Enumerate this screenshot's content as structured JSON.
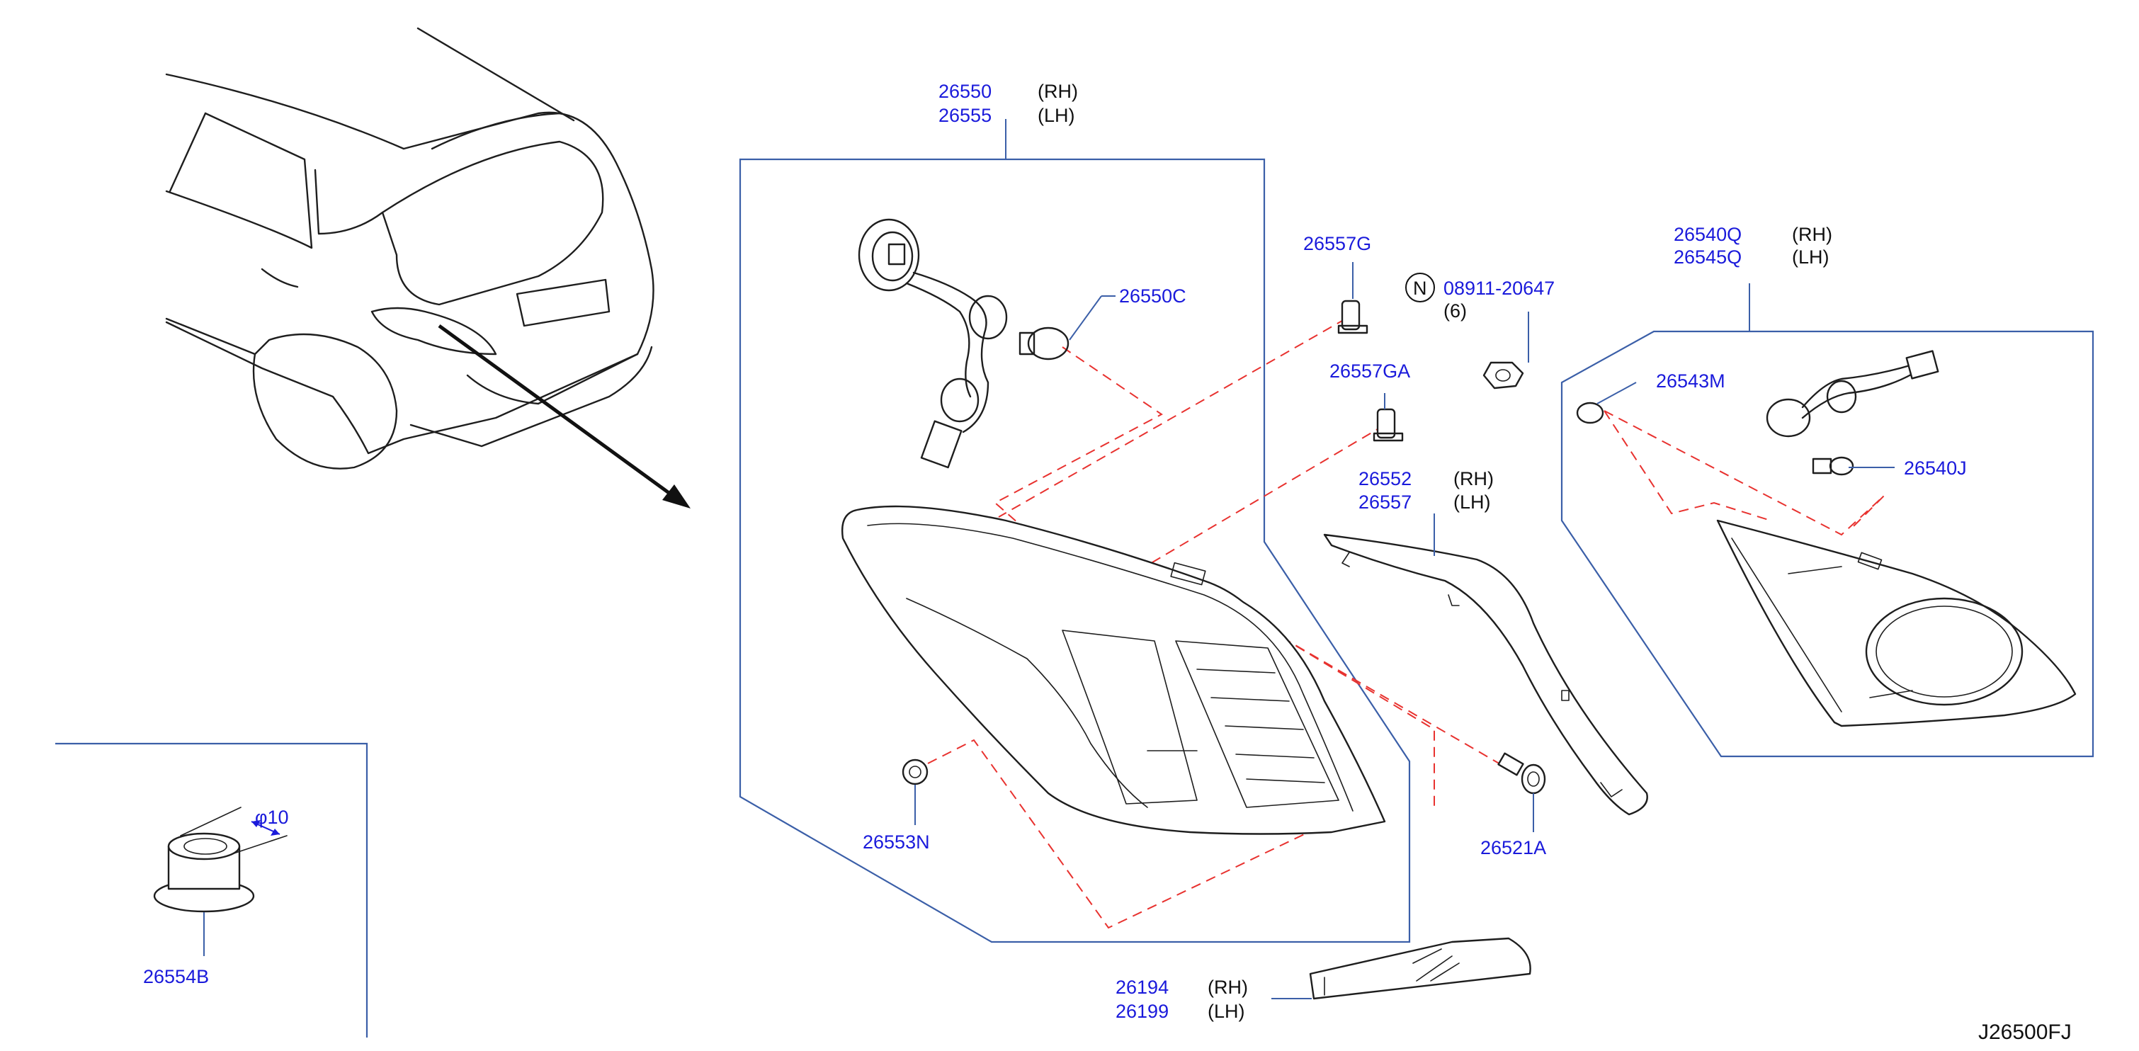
{
  "diagram_code": "J26500FJ",
  "callouts": {
    "c26550": {
      "numbers": [
        "26550",
        "26555"
      ],
      "sides": [
        "(RH)",
        "(LH)"
      ]
    },
    "c26550C": {
      "numbers": [
        "26550C"
      ]
    },
    "c26557G": {
      "numbers": [
        "26557G"
      ]
    },
    "c26557GA": {
      "numbers": [
        "26557GA"
      ]
    },
    "c08911": {
      "symbol": "N",
      "numbers": [
        "08911-20647"
      ],
      "qty": "(6)"
    },
    "c26552": {
      "numbers": [
        "26552",
        "26557"
      ],
      "sides": [
        "(RH)",
        "(LH)"
      ]
    },
    "c26540Q": {
      "numbers": [
        "26540Q",
        "26545Q"
      ],
      "sides": [
        "(RH)",
        "(LH)"
      ]
    },
    "c26543M": {
      "numbers": [
        "26543M"
      ]
    },
    "c26540J": {
      "numbers": [
        "26540J"
      ]
    },
    "c26553N": {
      "numbers": [
        "26553N"
      ]
    },
    "c26521A": {
      "numbers": [
        "26521A"
      ]
    },
    "c26194": {
      "numbers": [
        "26194",
        "26199"
      ],
      "sides": [
        "(RH)",
        "(LH)"
      ]
    },
    "c26554B": {
      "numbers": [
        "26554B"
      ],
      "dimension": "φ10"
    }
  },
  "colors": {
    "part_number": "#1a1adb",
    "frame": "#3b5fa8",
    "assembly_dash": "#e8322f",
    "line_art": "#1e1e1e"
  }
}
